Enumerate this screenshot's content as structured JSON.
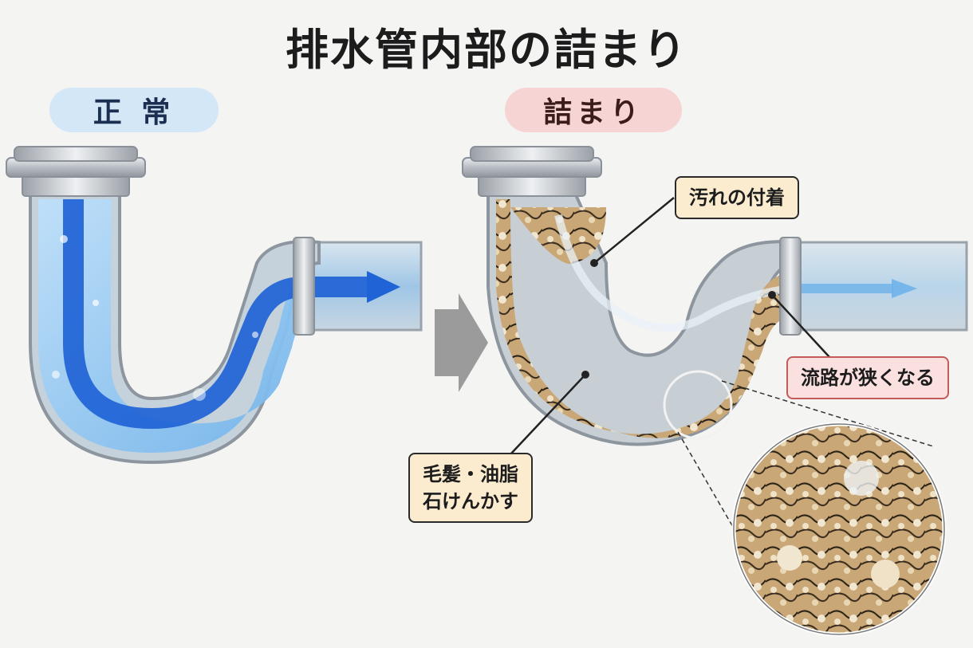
{
  "title": "排水管内部の詰まり",
  "panels": {
    "normal_label": "正 常",
    "clogged_label": "詰まり"
  },
  "callouts": {
    "dirt": "汚れの付着",
    "narrow": "流路が狭くなる",
    "hair_line1": "毛髪・油脂",
    "hair_line2": "石けんかす"
  },
  "colors": {
    "water": "#6fb2ea",
    "flow_arrow": "#1f63d6",
    "sludge": "#8a6a3c",
    "pipe_metal": "#b9bec4",
    "normal_badge": "#d4e7f7",
    "clogged_badge": "#f7d4d4"
  }
}
